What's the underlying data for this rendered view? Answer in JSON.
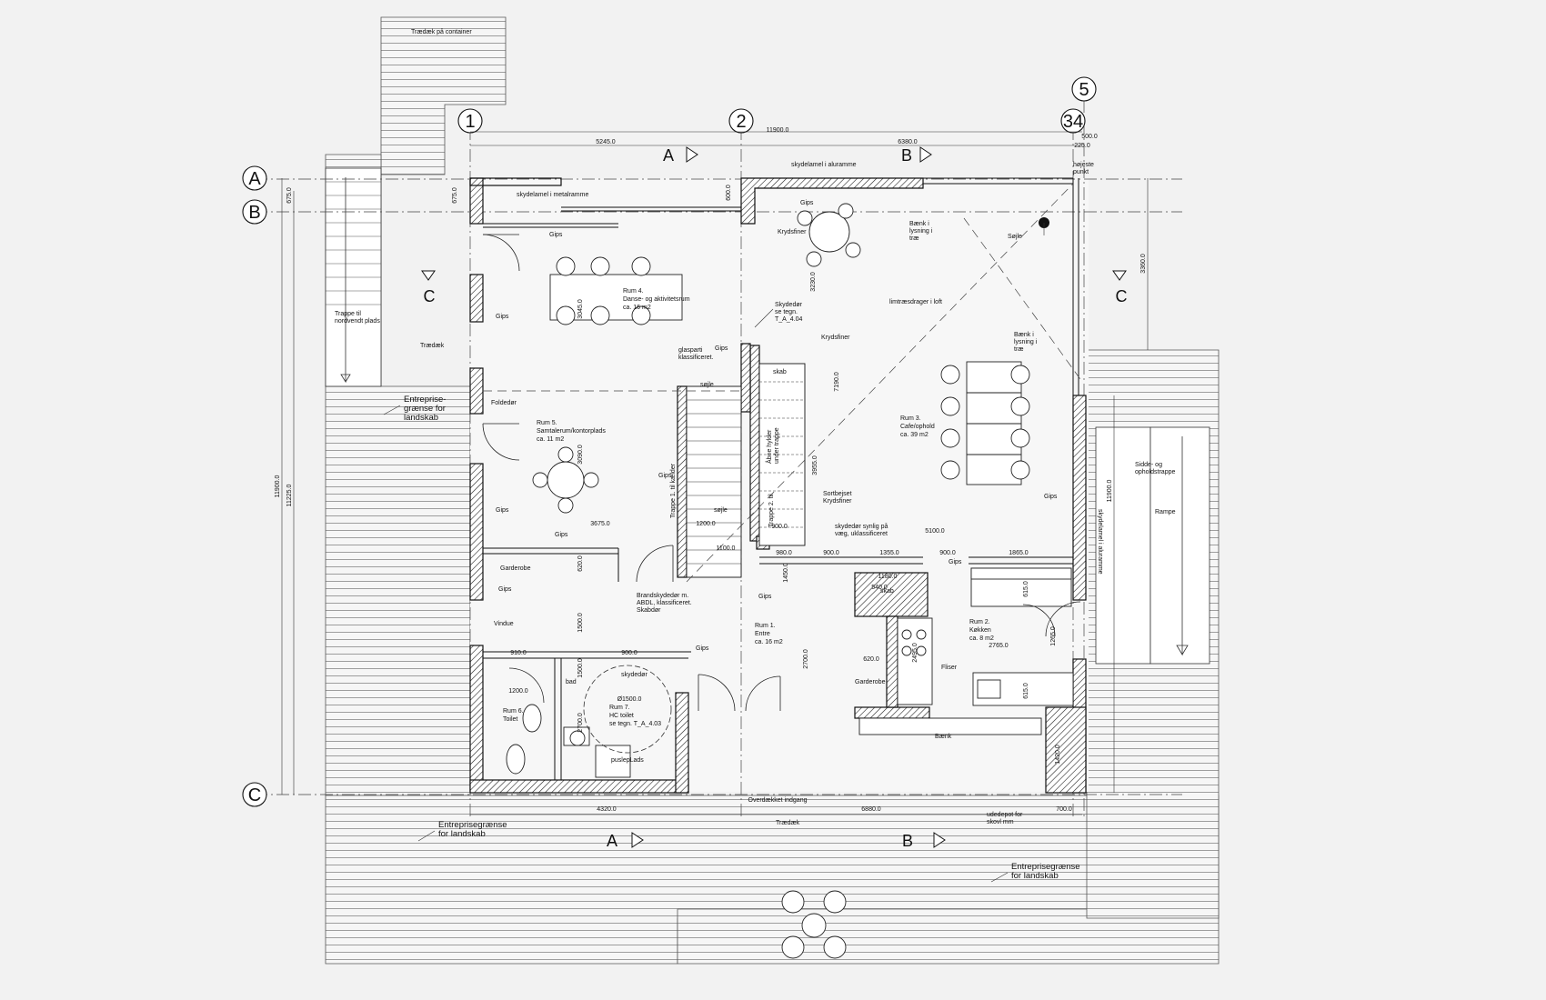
{
  "grid": {
    "cols": [
      "1",
      "2",
      "34",
      "5"
    ],
    "rows": [
      "A",
      "B",
      "C"
    ]
  },
  "sections": {
    "a": "A",
    "b": "B",
    "c": "C"
  },
  "rooms": {
    "r1": [
      "Rum 1.",
      "Entre",
      "ca. 16 m2"
    ],
    "r2": [
      "Rum 2.",
      "Køkken",
      "ca. 8 m2"
    ],
    "r3": [
      "Rum 3.",
      "Cafe/ophold",
      "ca. 39 m2"
    ],
    "r4": [
      "Rum 4.",
      "Danse- og aktivitetsrum",
      "ca. 16 m2"
    ],
    "r5": [
      "Rum 5.",
      "Samtalerum/kontorplads",
      "ca. 11 m2"
    ],
    "r6": [
      "Rum 6.",
      "Toilet"
    ],
    "r7": [
      "Rum 7.",
      "HC toilet",
      "se tegn. T_A_4.03"
    ]
  },
  "notes": {
    "container_deck": "Trædæk på container",
    "metal_lamel": "skydelamel i metalramme",
    "alu_lamel": "skydelamel i aluramme",
    "highest": [
      "højeste",
      "punkt"
    ],
    "bench1": [
      "Bænk i",
      "lysning i",
      "træ"
    ],
    "column": "Søjle",
    "plywood1": "Krydsfiner",
    "plywood2": "Krydsfiner",
    "glulam": "limtræsdrager i loft",
    "bench2": [
      "Bænk i",
      "lysning i",
      "træ"
    ],
    "stair_north": [
      "Trappe til",
      "nordvendt plads"
    ],
    "deck1": "Trædæk",
    "fold_door": "Foldedør",
    "boundary1": [
      "Entreprise-",
      "grænse for",
      "landskab"
    ],
    "sliding1": [
      "Skydedør",
      "se tegn.",
      "T_A_4.04"
    ],
    "glass": [
      "glasparti",
      "klassificeret."
    ],
    "column2": "søjle",
    "column3": "søjle",
    "cupboard": "skab",
    "stair1": "Trappe 1. til kælder",
    "stair2": "Trappe 2. til",
    "shelves": [
      "Åbne hylder",
      "under trappe"
    ],
    "black_ply": [
      "Sortbejset",
      "Krydsfiner"
    ],
    "sliding2": [
      "skydedør synlig på",
      "væg, uklassificeret"
    ],
    "alu_lamel2": "skydelamel i aluramme",
    "sit_stair": [
      "Sidde- og",
      "opholdstrappe"
    ],
    "ramp": "Rampe",
    "wardrobe1": "Garderobe",
    "window": "Vindue",
    "fire_door": [
      "Brandskydedør m.",
      "ABDL, klassificeret.",
      "Skabdør"
    ],
    "cupboard2": "skab",
    "tiles": "Fliser",
    "wardrobe2": "Garderobe",
    "bath": "bad",
    "sliding3": "skydedør",
    "diameter": "Ø1500.0",
    "changing": "puslepLads",
    "porch": "Overdækket indgang",
    "bench3": "Bænk",
    "deck2": "Trædæk",
    "depot": [
      "udedepot for",
      "skovl mm"
    ],
    "boundary2": [
      "Entreprisegrænse",
      "for landskab"
    ],
    "boundary3": [
      "Entreprisegrænse",
      "for landskab"
    ],
    "gips": "Gips"
  },
  "dims": {
    "overall_top": "11900.0",
    "top_left": "5245.0",
    "top_right": "6380.0",
    "top_small1": "500.0",
    "top_small2": "225.0",
    "left_total": "11900.0",
    "left_total2": "11225.0",
    "left_ab": "675.0",
    "left_ab2": "675.0",
    "lamel_h": "600.0",
    "right_3360": "3360.0",
    "right_11900": "11900.0",
    "r4_h": "3045.0",
    "r5_h": "3090.0",
    "r5_w": "3675.0",
    "stair_w": "1200.0",
    "corr_w": "1100.0",
    "c_900a": "900.0",
    "c_980": "980.0",
    "c_900b": "900.0",
    "c_1355": "1355.0",
    "c_900c": "900.0",
    "c_1865": "1865.0",
    "c_5100": "5100.0",
    "r3_h1": "7190.0",
    "r3_h2": "3955.0",
    "r3_h3": "3230.0",
    "d_620a": "620.0",
    "d_1500": "1500.0",
    "d_910": "910.0",
    "d_900": "900.0",
    "d_1200": "1200.0",
    "d_2700": "2700.0",
    "d_1180": "1180.0",
    "d_540": "540.0",
    "d_620b": "620.0",
    "d_2765": "2765.0",
    "d_2495": "2495.0",
    "d_615a": "615.0",
    "d_615b": "615.0",
    "d_1265": "1265.0",
    "d_1420": "1420.0",
    "d_1450": "1450.0",
    "d_2700b": "2700.0",
    "d_1500b": "1500.0",
    "bottom_4320": "4320.0",
    "bottom_6880": "6880.0",
    "bottom_700": "700.0"
  }
}
